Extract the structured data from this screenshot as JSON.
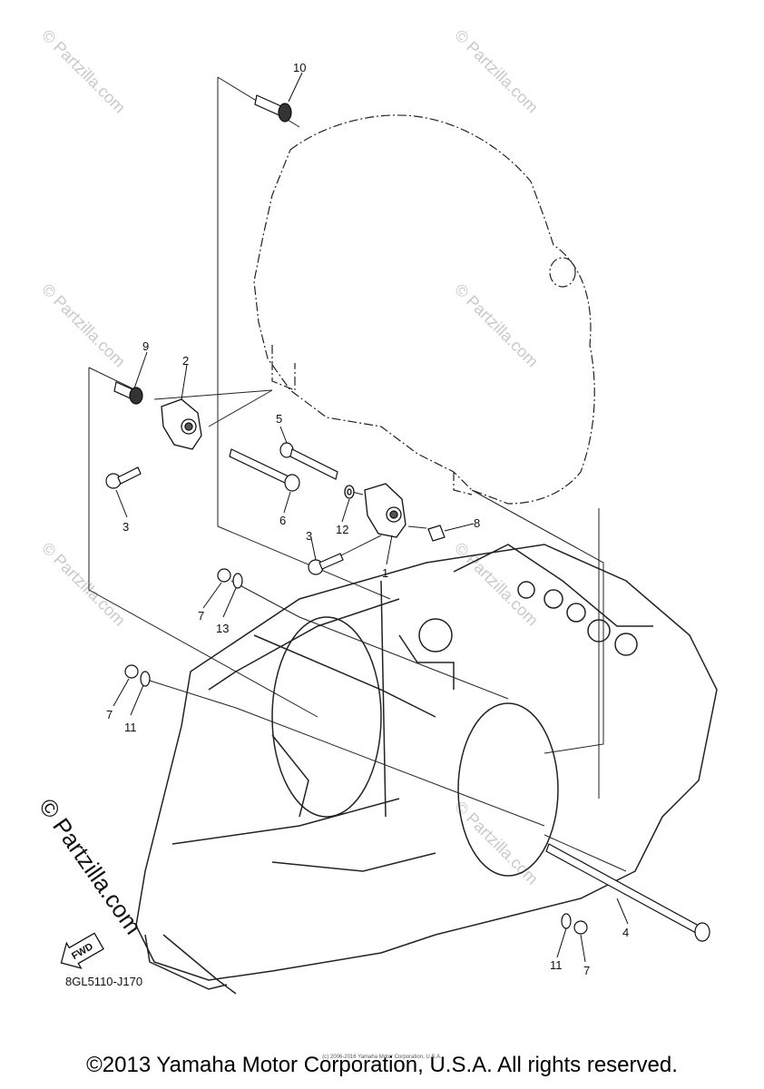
{
  "callouts": [
    "1",
    "2",
    "3",
    "3",
    "4",
    "5",
    "6",
    "7",
    "7",
    "7",
    "8",
    "9",
    "10",
    "11",
    "11",
    "12",
    "13"
  ],
  "diagram_code": "8GL5110-J170",
  "fwd_label": "FWD",
  "watermark_text": "© Partzilla.com",
  "copyright": "©2013 Yamaha Motor Corporation, U.S.A. All rights reserved.",
  "small_notice": "(c) 2006-2016 Yamaha Motor Corporation, U.S.A."
}
